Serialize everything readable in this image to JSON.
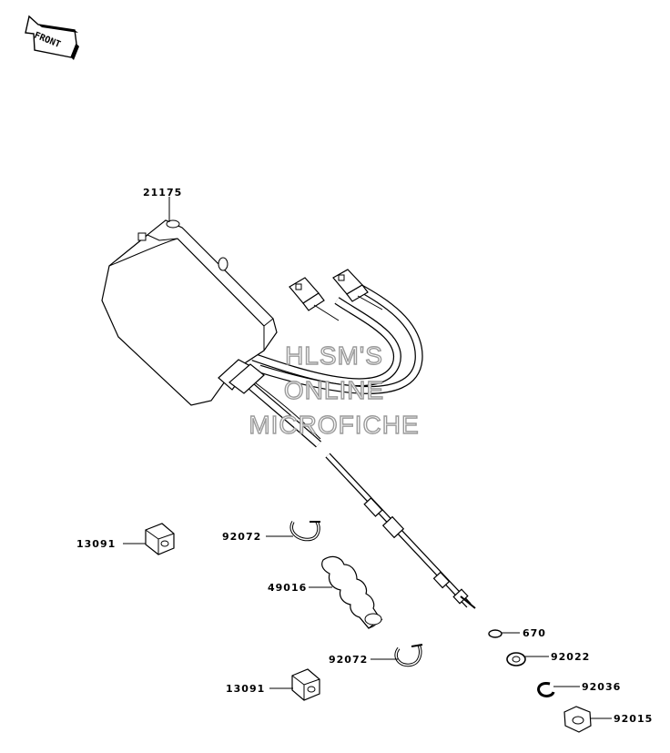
{
  "front_arrow": {
    "label": "FRONT",
    "icon": "front-arrow-icon"
  },
  "watermark": {
    "line1": "HLSM'S",
    "line2": "ONLINE",
    "line3": "MICROFICHE"
  },
  "parts": {
    "unit": "21175",
    "block_top": "13091",
    "clamp_top": "92072",
    "boot": "49016",
    "clamp_bottom": "92072",
    "block_bottom": "13091",
    "oring": "670",
    "washer": "92022",
    "circlip": "92036",
    "nut": "92015"
  }
}
